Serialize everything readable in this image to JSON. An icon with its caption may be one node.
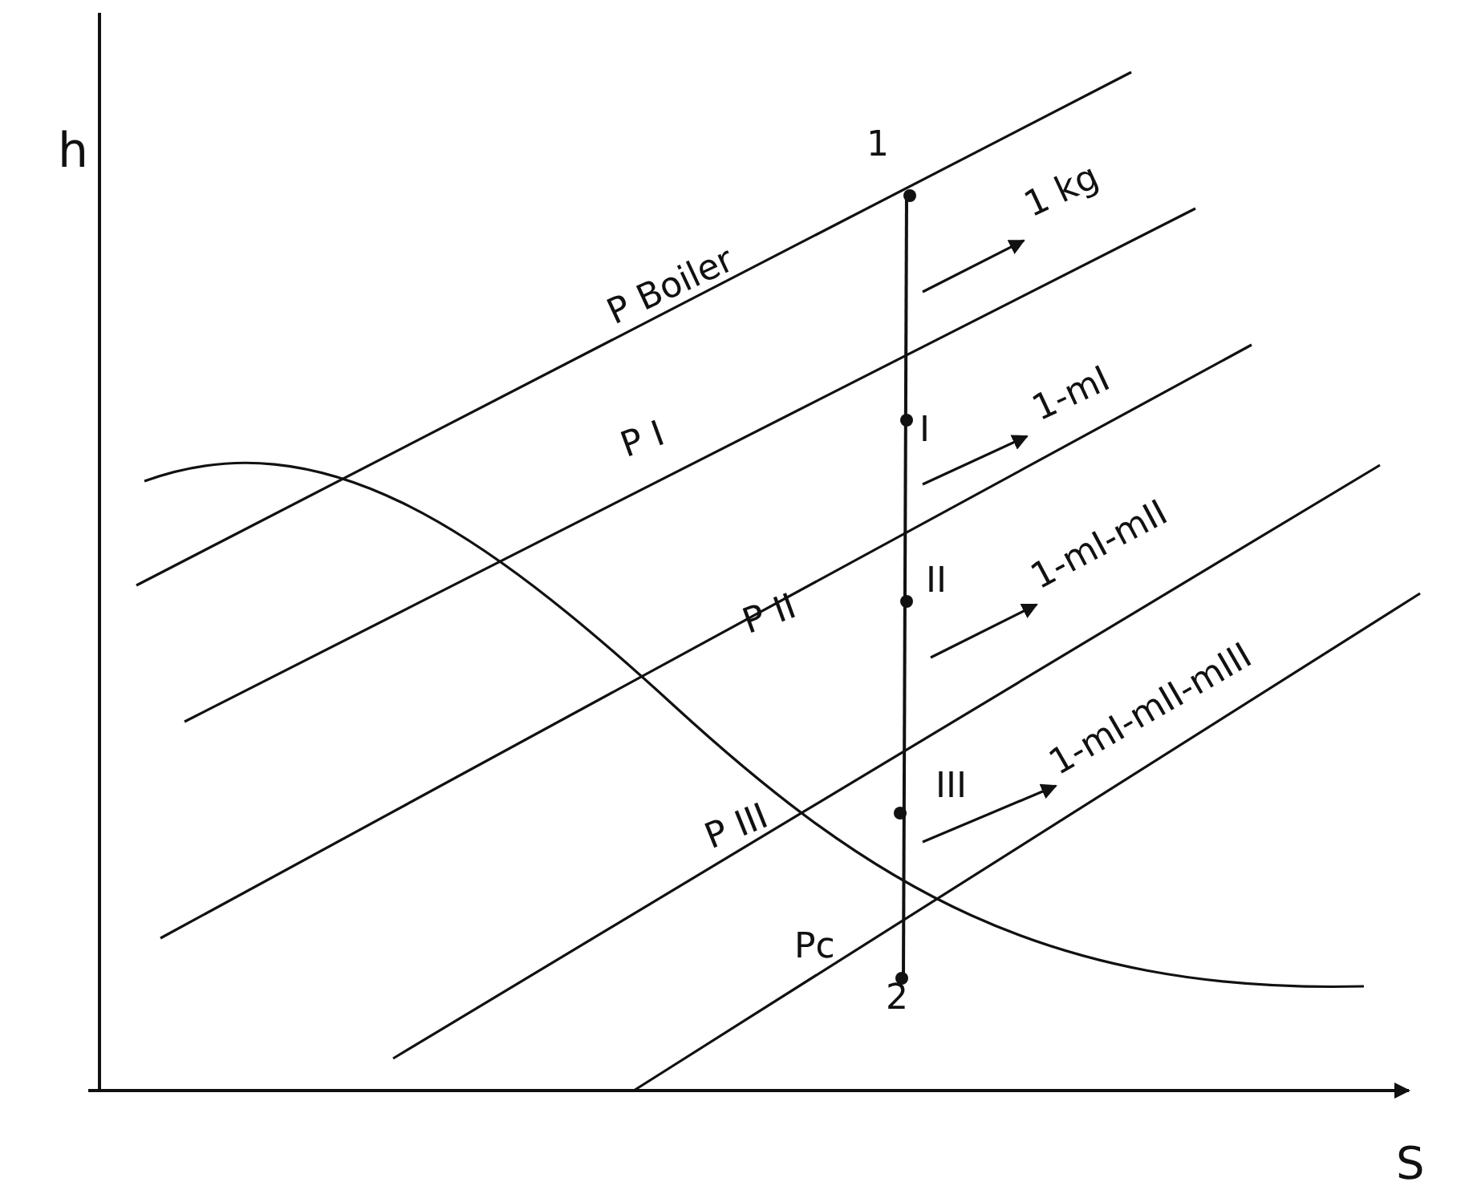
{
  "diagram": {
    "nodes": [
      {
        "text": [
          "1"
        ]
      },
      {
        "text": [
          "I"
        ]
      },
      {
        "text": [
          "II"
        ]
      },
      {
        "text": [
          "III"
        ]
      },
      {
        "text": [
          "2"
        ]
      },
      {
        "text": [
          "1 kg"
        ]
      },
      {
        "text": [
          "1-mI"
        ]
      },
      {
        "text": [
          "1-mI-mII"
        ]
      },
      {
        "text": [
          "1-mI-mII-mIII"
        ]
      }
    ],
    "edges": [
      {
        "from": null,
        "to": 5,
        "arrow": "to"
      },
      {
        "from": null,
        "to": 6,
        "arrow": "to"
      },
      {
        "from": null,
        "to": 7,
        "arrow": "to"
      },
      {
        "from": null,
        "to": 8,
        "arrow": "to"
      }
    ],
    "labels": [
      "h",
      "P Boiler",
      "P I",
      "P II",
      "P III",
      "Pc",
      "S"
    ]
  }
}
